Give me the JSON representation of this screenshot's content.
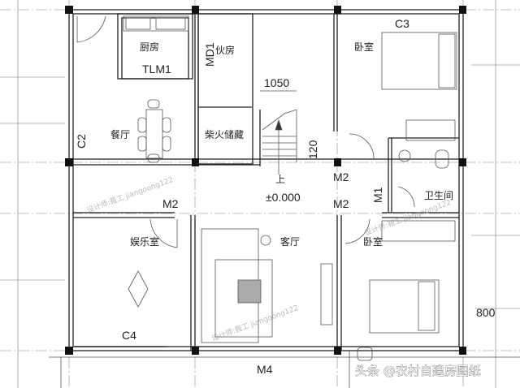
{
  "rooms": {
    "kitchen": "厨房",
    "cookhouse": "伙房",
    "dining": "餐厅",
    "firewood_storage": "柴火储藏",
    "bedroom_top": "卧室",
    "bathroom": "卫生间",
    "entertainment": "娱乐室",
    "living": "客厅",
    "bedroom_bottom": "卧室"
  },
  "codes": {
    "tlm1": "TLM1",
    "md1": "MD1",
    "c2": "C2",
    "c3": "C3",
    "c4": "C4",
    "m1": "M1",
    "m2_left": "M2",
    "m2_mid_top": "M2",
    "m2_mid_bottom": "M2",
    "m4": "M4",
    "stair_up": "上",
    "elevation": "±0.000"
  },
  "dimensions": {
    "stair_width": "1050",
    "step": "120",
    "right_offset": "800"
  },
  "watermark": "设计师:莪工 jiangoong122",
  "brand": "头条 @农村自建房图纸"
}
